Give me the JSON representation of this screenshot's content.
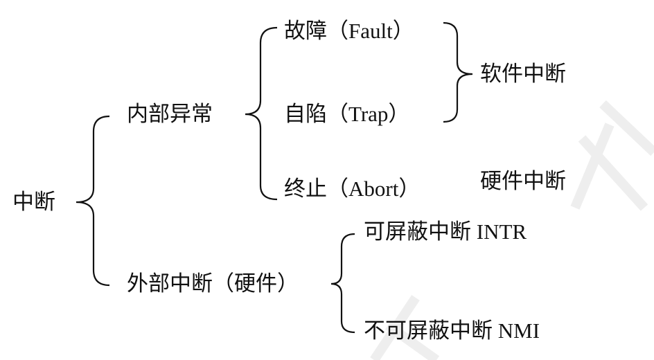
{
  "root": "中断",
  "internal": {
    "label": "内部异常",
    "children": [
      "故障（Fault）",
      "自陷（Trap）",
      "终止（Abort）"
    ]
  },
  "external": {
    "label": "外部中断（硬件）",
    "children": [
      "可屏蔽中断  INTR",
      "不可屏蔽中断  NMI"
    ]
  },
  "groups": {
    "software": "软件中断",
    "hardware": "硬件中断"
  }
}
